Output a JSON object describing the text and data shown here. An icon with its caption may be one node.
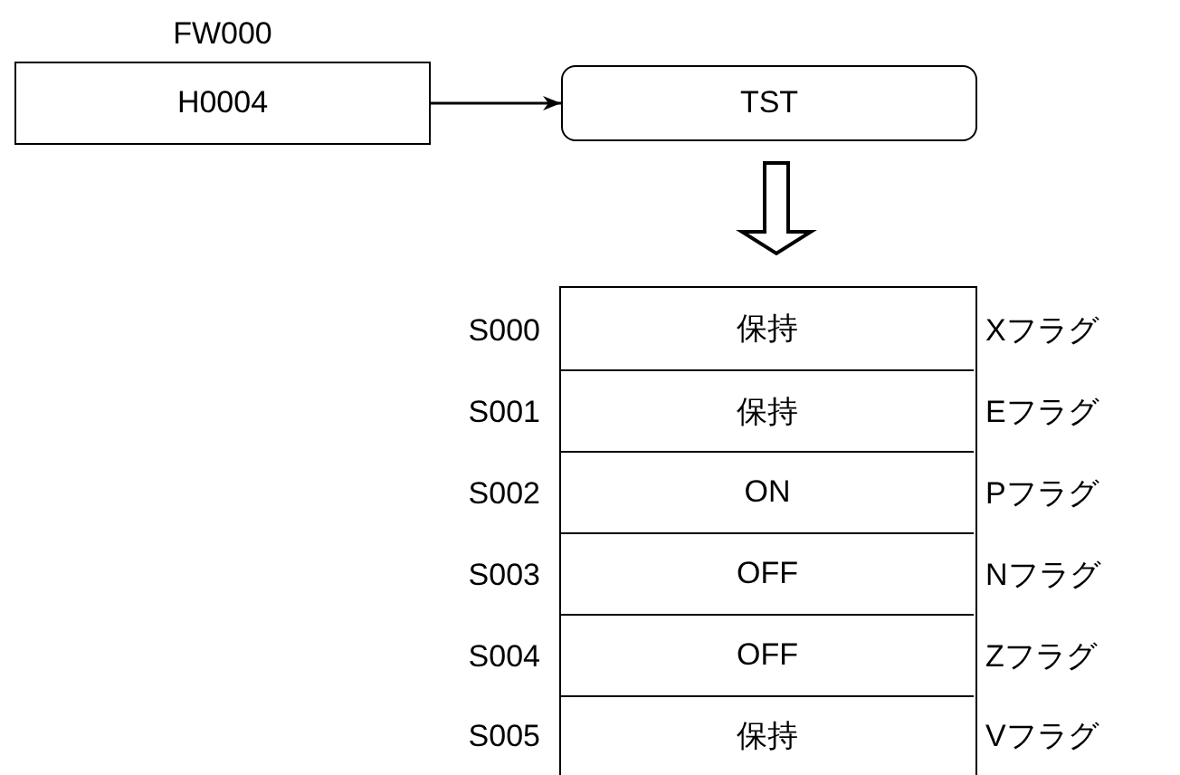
{
  "diagram": {
    "nodes": [
      {
        "text": [
          "FW000",
          "H0004"
        ]
      },
      {
        "text": [
          "TST"
        ]
      },
      {
        "text": [],
        "shape": "box"
      },
      {
        "text": [
          "保持"
        ],
        "in": 2,
        "beside": [
          "S000",
          "Xフラグ"
        ]
      },
      {
        "text": [
          "保持"
        ],
        "in": 2,
        "beside": [
          "S001",
          "Eフラグ"
        ]
      },
      {
        "text": [
          "ON"
        ],
        "in": 2,
        "beside": [
          "S002",
          "Pフラグ"
        ]
      },
      {
        "text": [
          "OFF"
        ],
        "in": 2,
        "beside": [
          "S003",
          "Nフラグ"
        ]
      },
      {
        "text": [
          "OFF"
        ],
        "in": 2,
        "beside": [
          "S004",
          "Zフラグ"
        ]
      },
      {
        "text": [
          "保持"
        ],
        "in": 2,
        "beside": [
          "S005",
          "Vフラグ"
        ]
      }
    ],
    "edges": [
      {
        "from": 0,
        "to": 1,
        "arrow": "to"
      },
      {
        "from": 1,
        "to": 2,
        "arrow": "to",
        "style": "thick"
      }
    ]
  }
}
